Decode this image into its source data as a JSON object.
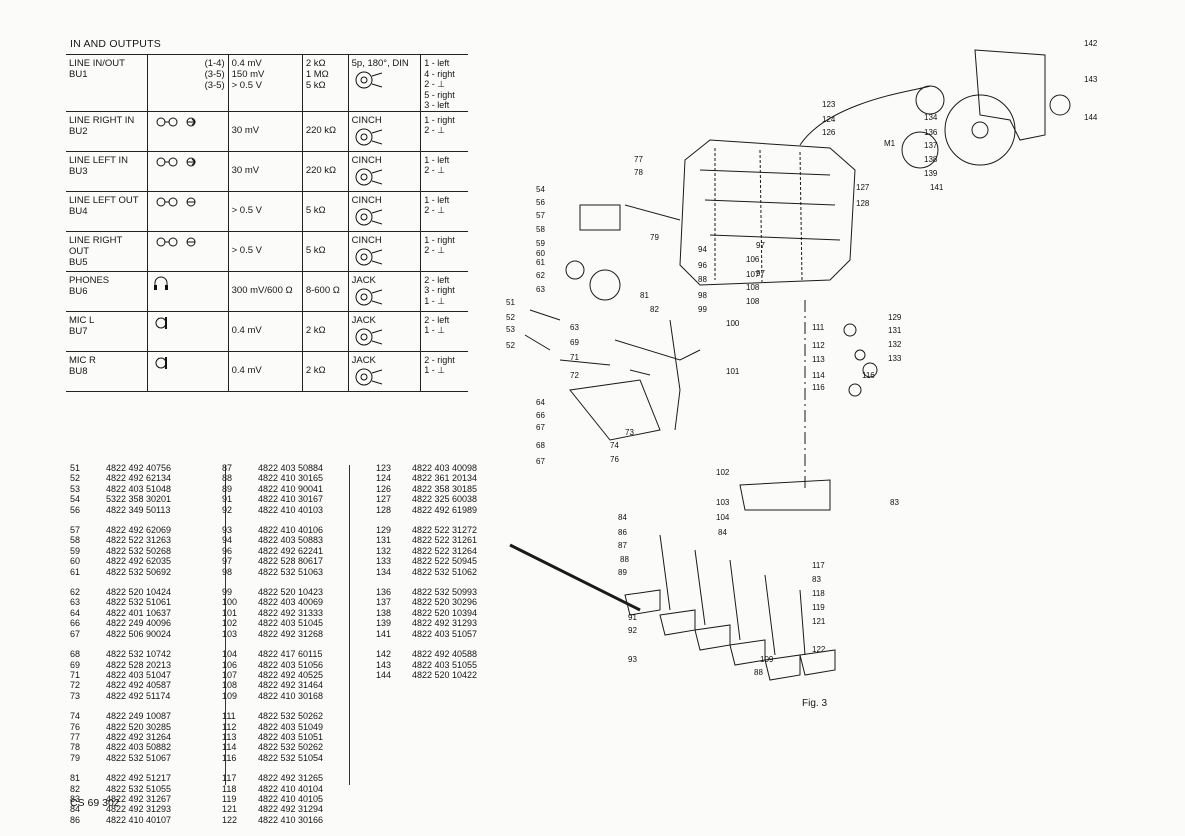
{
  "io_title": "IN AND OUTPUTS",
  "io_rows": [
    {
      "name": "LINE IN/OUT",
      "bu": "BU1",
      "sym": [
        "(1-4)",
        "(3-5)",
        "(3-5)"
      ],
      "level": [
        "0.4 mV",
        "150 mV",
        "> 0.5 V"
      ],
      "imp": [
        "2 kΩ",
        "1 MΩ",
        "5 kΩ"
      ],
      "conn": "5p, 180°, DIN",
      "pins": [
        "1 - left",
        "4 - right",
        "2 - ⊥",
        "5 - right",
        "3 - left"
      ]
    },
    {
      "name": "LINE RIGHT IN",
      "bu": "BU2",
      "level": [
        "30 mV"
      ],
      "imp": [
        "220 kΩ"
      ],
      "conn": "CINCH",
      "pins": [
        "1 - right",
        "2 - ⊥"
      ]
    },
    {
      "name": "LINE LEFT IN",
      "bu": "BU3",
      "level": [
        "30 mV"
      ],
      "imp": [
        "220 kΩ"
      ],
      "conn": "CINCH",
      "pins": [
        "1 - left",
        "2 - ⊥"
      ]
    },
    {
      "name": "LINE LEFT OUT",
      "bu": "BU4",
      "level": [
        "> 0.5 V"
      ],
      "imp": [
        "5 kΩ"
      ],
      "conn": "CINCH",
      "pins": [
        "1 - left",
        "2 - ⊥"
      ]
    },
    {
      "name": "LINE RIGHT OUT",
      "bu": "BU5",
      "level": [
        "> 0.5 V"
      ],
      "imp": [
        "5 kΩ"
      ],
      "conn": "CINCH",
      "pins": [
        "1 - right",
        "2 - ⊥"
      ]
    },
    {
      "name": "PHONES",
      "bu": "BU6",
      "level": [
        "300 mV/600 Ω"
      ],
      "imp": [
        "8-600 Ω"
      ],
      "conn": "JACK",
      "pins": [
        "2 - left",
        "3 - right",
        "1 - ⊥"
      ]
    },
    {
      "name": "MIC L",
      "bu": "BU7",
      "level": [
        "0.4 mV"
      ],
      "imp": [
        "2 kΩ"
      ],
      "conn": "JACK",
      "pins": [
        "2 - left",
        "1 - ⊥"
      ]
    },
    {
      "name": "MIC R",
      "bu": "BU8",
      "level": [
        "0.4 mV"
      ],
      "imp": [
        "2 kΩ"
      ],
      "conn": "JACK",
      "pins": [
        "2 - right",
        "1 - ⊥"
      ]
    }
  ],
  "parts_col1": [
    [
      "51",
      "4822 492 40756"
    ],
    [
      "52",
      "4822 492 62134"
    ],
    [
      "53",
      "4822 403 51048"
    ],
    [
      "54",
      "5322 358 30201"
    ],
    [
      "56",
      "4822 349 50113"
    ],
    null,
    [
      "57",
      "4822 492 62069"
    ],
    [
      "58",
      "4822 522 31263"
    ],
    [
      "59",
      "4822 532 50268"
    ],
    [
      "60",
      "4822 492 62035"
    ],
    [
      "61",
      "4822 532 50692"
    ],
    null,
    [
      "62",
      "4822 520 10424"
    ],
    [
      "63",
      "4822 532 51061"
    ],
    [
      "64",
      "4822 401 10637"
    ],
    [
      "66",
      "4822 249 40096"
    ],
    [
      "67",
      "4822 506 90024"
    ],
    null,
    [
      "68",
      "4822 532 10742"
    ],
    [
      "69",
      "4822 528 20213"
    ],
    [
      "71",
      "4822 403 51047"
    ],
    [
      "72",
      "4822 492 40587"
    ],
    [
      "73",
      "4822 492 51174"
    ],
    null,
    [
      "74",
      "4822 249 10087"
    ],
    [
      "76",
      "4822 520 30285"
    ],
    [
      "77",
      "4822 492 31264"
    ],
    [
      "78",
      "4822 403 50882"
    ],
    [
      "79",
      "4822 532 51067"
    ],
    null,
    [
      "81",
      "4822 492 51217"
    ],
    [
      "82",
      "4822 532 51055"
    ],
    [
      "83",
      "4822 492 31267"
    ],
    [
      "84",
      "4822 492 31293"
    ],
    [
      "86",
      "4822 410 40107"
    ]
  ],
  "parts_col2": [
    [
      "87",
      "4822 403 50884"
    ],
    [
      "88",
      "4822 410 30165"
    ],
    [
      "89",
      "4822 410 90041"
    ],
    [
      "91",
      "4822 410 30167"
    ],
    [
      "92",
      "4822 410 40103"
    ],
    null,
    [
      "93",
      "4822 410 40106"
    ],
    [
      "94",
      "4822 403 50883"
    ],
    [
      "96",
      "4822 492 62241"
    ],
    [
      "97",
      "4822 528 80617"
    ],
    [
      "98",
      "4822 532 51063"
    ],
    null,
    [
      "99",
      "4822 520 10423"
    ],
    [
      "100",
      "4822 403 40069"
    ],
    [
      "101",
      "4822 492 31333"
    ],
    [
      "102",
      "4822 403 51045"
    ],
    [
      "103",
      "4822 492 31268"
    ],
    null,
    [
      "104",
      "4822 417 60115"
    ],
    [
      "106",
      "4822 403 51056"
    ],
    [
      "107",
      "4822 492 40525"
    ],
    [
      "108",
      "4822 492 31464"
    ],
    [
      "109",
      "4822 410 30168"
    ],
    null,
    [
      "111",
      "4822 532 50262"
    ],
    [
      "112",
      "4822 403 51049"
    ],
    [
      "113",
      "4822 403 51051"
    ],
    [
      "114",
      "4822 532 50262"
    ],
    [
      "116",
      "4822 532 51054"
    ],
    null,
    [
      "117",
      "4822 492 31265"
    ],
    [
      "118",
      "4822 410 40104"
    ],
    [
      "119",
      "4822 410 40105"
    ],
    [
      "121",
      "4822 492 31294"
    ],
    [
      "122",
      "4822 410 30166"
    ]
  ],
  "parts_col3": [
    [
      "123",
      "4822 403 40098"
    ],
    [
      "124",
      "4822 361 20134"
    ],
    [
      "126",
      "4822 358 30185"
    ],
    [
      "127",
      "4822 325 60038"
    ],
    [
      "128",
      "4822 492 61989"
    ],
    null,
    [
      "129",
      "4822 522 31272"
    ],
    [
      "131",
      "4822 522 31261"
    ],
    [
      "132",
      "4822 522 31264"
    ],
    [
      "133",
      "4822 522 50945"
    ],
    [
      "134",
      "4822 532 51062"
    ],
    null,
    [
      "136",
      "4822 532 50993"
    ],
    [
      "137",
      "4822 520 30296"
    ],
    [
      "138",
      "4822 520 10394"
    ],
    [
      "139",
      "4822 492 31293"
    ],
    [
      "141",
      "4822 403 51057"
    ],
    null,
    [
      "142",
      "4822 492 40588"
    ],
    [
      "143",
      "4822 403 51055"
    ],
    [
      "144",
      "4822 520 10422"
    ]
  ],
  "doc_code": "CS 69 302",
  "fig_caption": "Fig. 3",
  "callouts": [
    "51",
    "52",
    "53",
    "52",
    "54",
    "56",
    "57",
    "58",
    "59",
    "60",
    "61",
    "62",
    "63",
    "63",
    "64",
    "66",
    "67",
    "67",
    "68",
    "69",
    "71",
    "72",
    "73",
    "74",
    "76",
    "77",
    "78",
    "79",
    "81",
    "82",
    "83",
    "84",
    "84",
    "86",
    "87",
    "88",
    "89",
    "91",
    "92",
    "93",
    "94",
    "96",
    "97",
    "97",
    "98",
    "99",
    "100",
    "101",
    "102",
    "103",
    "104",
    "106",
    "107",
    "108",
    "108",
    "109",
    "111",
    "112",
    "113",
    "114",
    "116",
    "116",
    "117",
    "118",
    "119",
    "121",
    "122",
    "123",
    "124",
    "126",
    "127",
    "128",
    "129",
    "131",
    "132",
    "133",
    "134",
    "136",
    "137",
    "138",
    "139",
    "141",
    "142",
    "143",
    "144",
    "88",
    "88",
    "83",
    "M1"
  ]
}
